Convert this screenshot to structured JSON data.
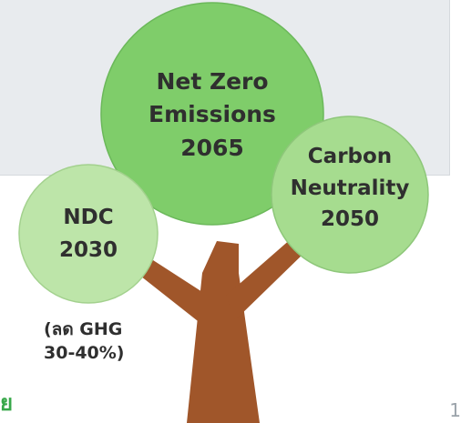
{
  "circles": {
    "top": {
      "lines": [
        "Net Zero",
        "Emissions",
        "2065"
      ],
      "color": "#7fcd6a"
    },
    "right": {
      "lines": [
        "Carbon",
        "Neutrality",
        "2050"
      ],
      "color": "#a6dc8f"
    },
    "left": {
      "lines": [
        "NDC",
        "2030"
      ],
      "color": "#bde5a9"
    }
  },
  "note": {
    "lines": [
      "(ลด GHG",
      "30-40%)"
    ]
  },
  "corner_glyph": "ย",
  "page_number": "1",
  "colors": {
    "trunk": "#a0562a",
    "panel": "#e8ebee",
    "text": "#2f2f2f",
    "accent_green": "#38a84a"
  }
}
